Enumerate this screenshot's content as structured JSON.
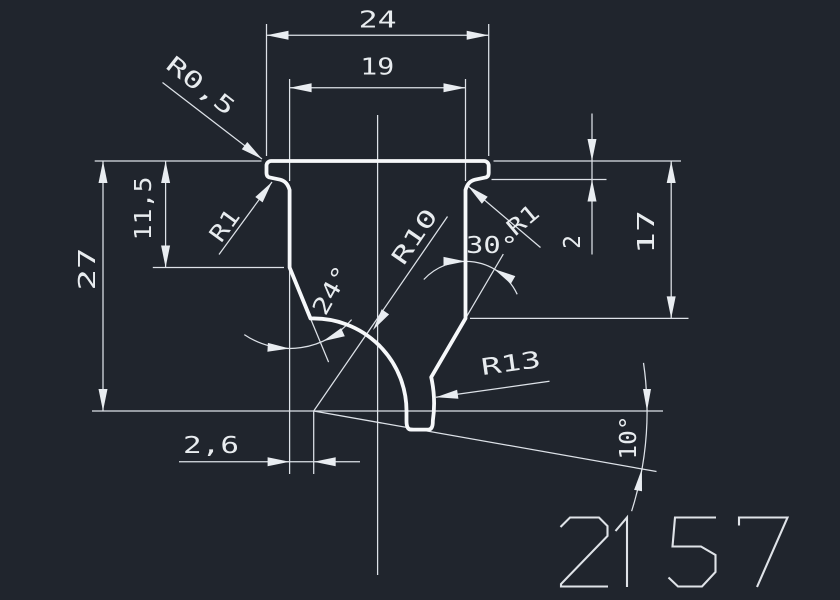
{
  "drawing": {
    "title": "die-profile-drawing",
    "part_number": "2157",
    "background_color": "#20252d",
    "line_color": "#dde2e8",
    "profile_color": "#f6f8fa",
    "dimensions": {
      "top_width": "24",
      "bore_width": "19",
      "top_corner_radius": "R0,5",
      "left_ear_radius": "R1",
      "right_ear_radius": "R1",
      "total_depth": "27",
      "straight_depth": "11,5",
      "left_taper_angle": "24°",
      "cone_radius": "R10",
      "right_taper_angle": "30°",
      "step_depth": "2",
      "right_wall_depth": "17",
      "tip_radius": "R13",
      "tip_offset": "2,6",
      "exit_angle": "10°"
    }
  }
}
